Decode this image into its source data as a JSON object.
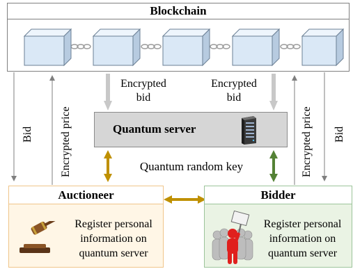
{
  "blockchain": {
    "title": "Blockchain",
    "block_count": 5
  },
  "labels": {
    "encrypted_bid_left": "Encrypted\nbid",
    "encrypted_bid_right": "Encrypted\nbid",
    "encrypted_price_left": "Encrypted price",
    "encrypted_price_right": "Encrypted price",
    "bid_left": "Bid",
    "bid_right": "Bid",
    "quantum_key": "Quantum random key"
  },
  "quantum_server": {
    "label": "Quantum server",
    "icon": "server-rack-icon"
  },
  "auctioneer": {
    "title": "Auctioneer",
    "text": "Register personal\ninformation on\nquantum server",
    "icon": "gavel-icon"
  },
  "bidder": {
    "title": "Bidder",
    "text": "Register personal\ninformation on\nquantum server",
    "icon": "crowd-leader-icon"
  },
  "colors": {
    "gold_arrow": "#bf9000",
    "green_arrow": "#548235",
    "grey_arrow": "#c8c8c8",
    "block_fill": "#dae8f6",
    "auctioneer_fill": "#fff6e6",
    "auctioneer_border": "#f0c58a",
    "bidder_fill": "#eaf3e4",
    "bidder_border": "#9cc49a"
  }
}
